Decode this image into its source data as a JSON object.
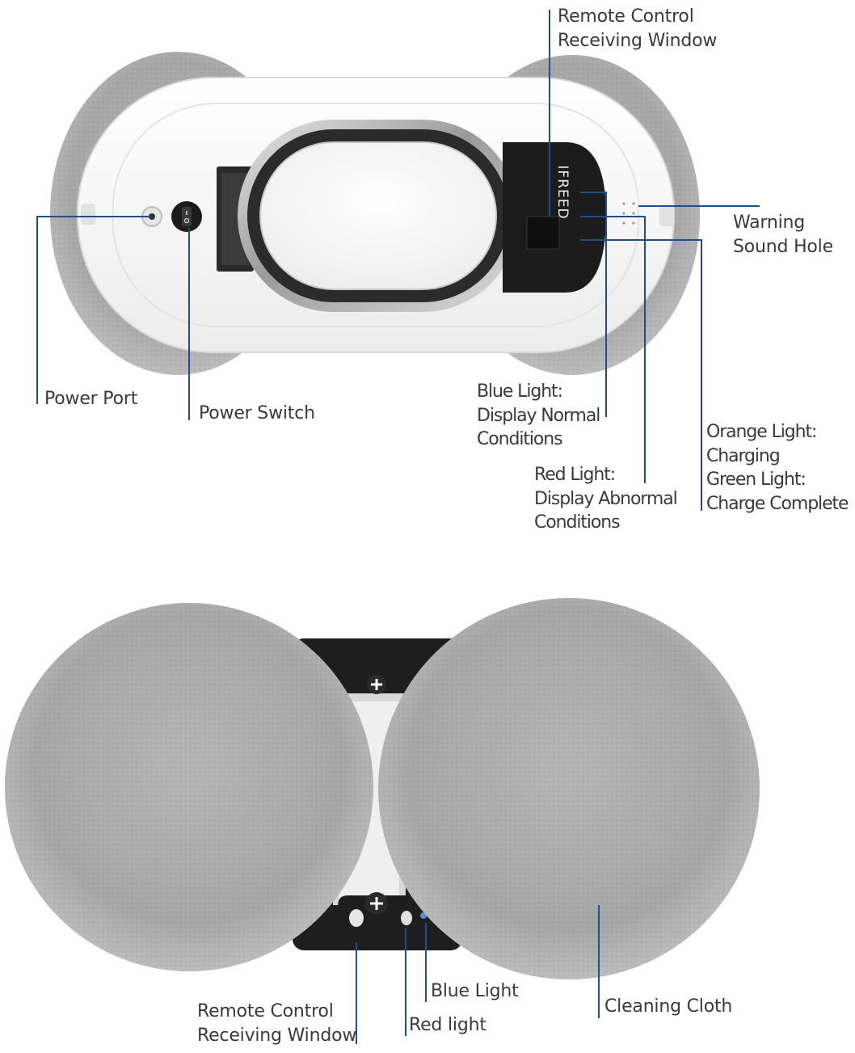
{
  "brand_text": "IFREED",
  "colors": {
    "leader_line": "#1f4e8c",
    "label_text": "#3a3a3a",
    "pad": "#a9a9a9",
    "body": "#f2f2f2",
    "panel": "#1a1a1a",
    "chrome": "#b8b8b8"
  },
  "top_view": {
    "labels": {
      "remote_window": [
        "Remote Control",
        "Receiving Window"
      ],
      "warning_hole": [
        "Warning",
        "Sound Hole"
      ],
      "power_port": "Power Port",
      "power_switch": "Power Switch",
      "blue_light": [
        "Blue Light:",
        "Display Normal",
        "Conditions"
      ],
      "red_light": [
        "Red Light:",
        "Display Abnormal",
        "Conditions"
      ],
      "orange_green": [
        "Orange Light:",
        "Charging",
        "Green Light:",
        "Charge Complete"
      ]
    }
  },
  "bottom_view": {
    "labels": {
      "remote_window": [
        "Remote Control",
        "Receiving Window"
      ],
      "red_light": "Red light",
      "blue_light": "Blue Light",
      "cleaning_cloth": "Cleaning Cloth"
    },
    "icons": [
      "plus-screw-icon",
      "plus-screw-icon"
    ]
  }
}
